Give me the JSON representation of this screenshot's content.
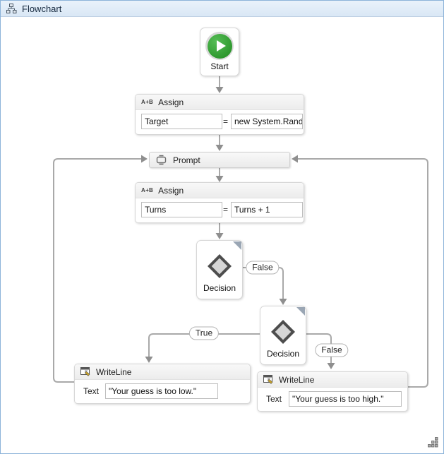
{
  "window": {
    "title": "Flowchart"
  },
  "nodes": {
    "start": {
      "label": "Start"
    },
    "assign1": {
      "icon_text": "A+B",
      "title": "Assign",
      "to": "Target",
      "eq": "=",
      "value": "new System.Random"
    },
    "prompt": {
      "title": "Prompt"
    },
    "assign2": {
      "icon_text": "A+B",
      "title": "Assign",
      "to": "Turns",
      "eq": "=",
      "value": "Turns + 1"
    },
    "decision1": {
      "label": "Decision"
    },
    "decision2": {
      "label": "Decision"
    },
    "writeline1": {
      "title": "WriteLine",
      "field": "Text",
      "value": "\"Your guess is too low.\""
    },
    "writeline2": {
      "title": "WriteLine",
      "field": "Text",
      "value": "\"Your guess is too high.\""
    }
  },
  "branches": {
    "decision1_false": "False",
    "decision2_true": "True",
    "decision2_false": "False"
  },
  "colors": {
    "start_green": "#2e9b2e",
    "connector_line": "#a9a9a9",
    "arrowhead": "#8f8f8f",
    "titlebar_bg": "#e3eefa",
    "window_border": "#8cb3d9"
  }
}
